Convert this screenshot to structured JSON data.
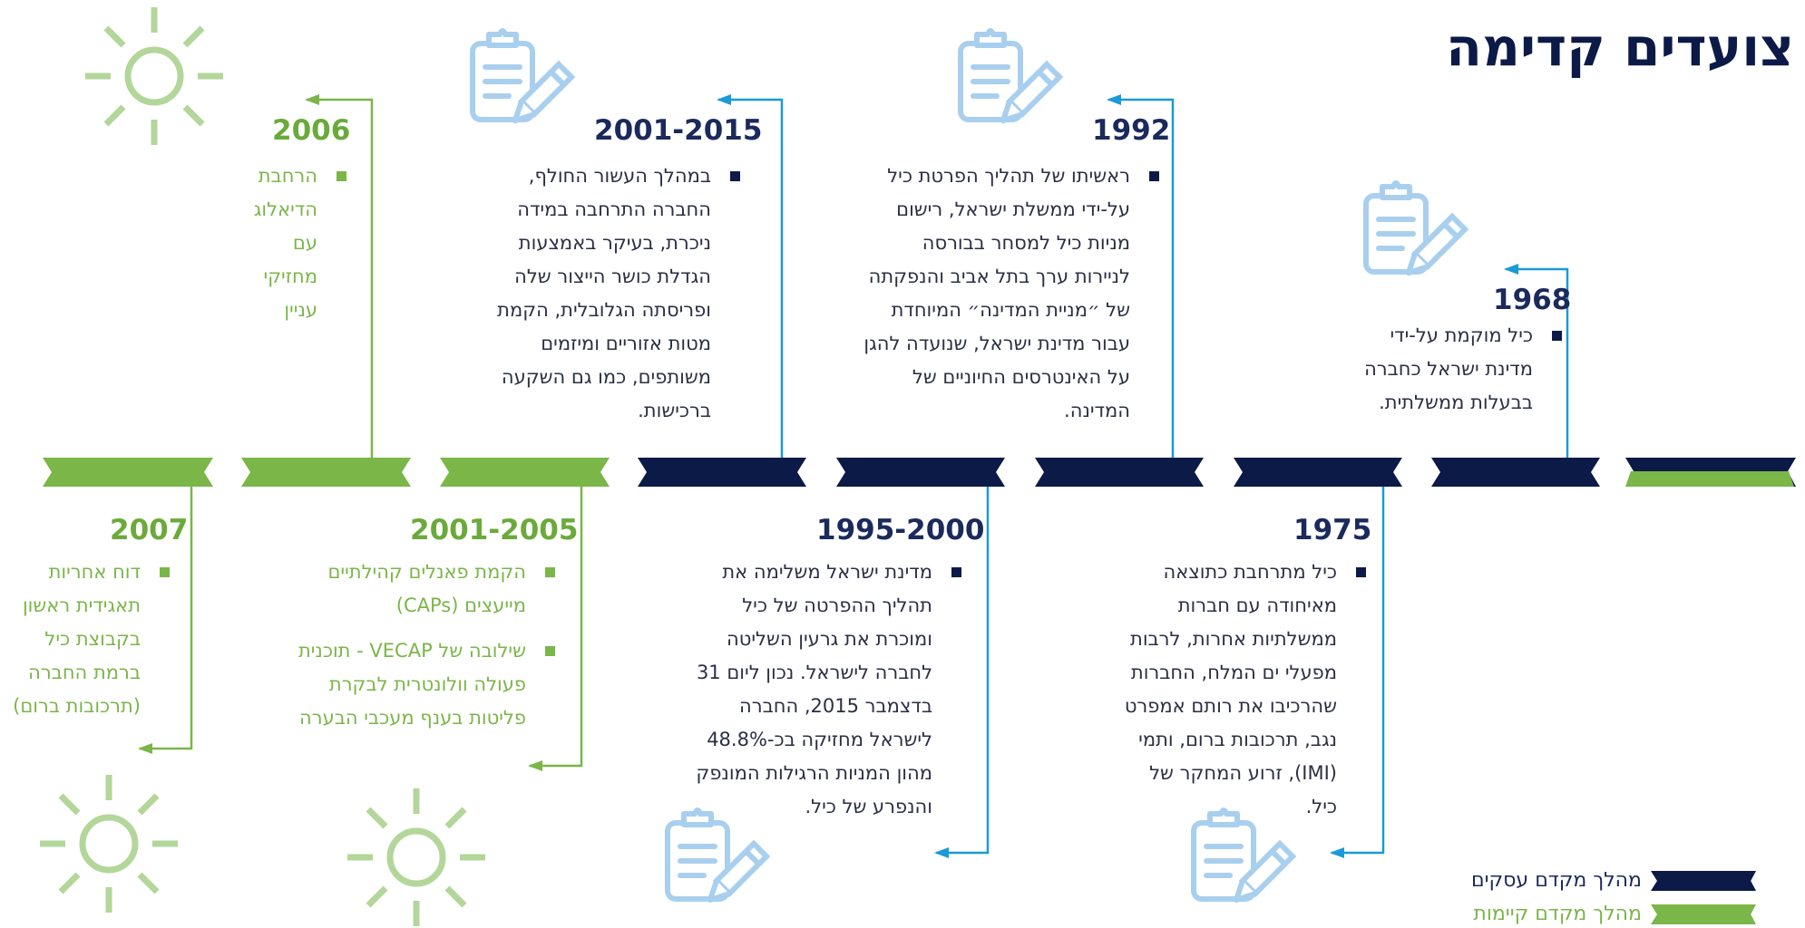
{
  "title": "צועדים קדימה",
  "colors": {
    "navy": "#0b1a47",
    "green": "#7ab648",
    "blue": "#1a9ad6",
    "icon_blue": "#a9cfee",
    "sun_green": "#b3d69a"
  },
  "timeline_segments": [
    "navy-green-start",
    "navy",
    "navy",
    "navy",
    "navy",
    "navy",
    "green",
    "green",
    "green"
  ],
  "events": {
    "e1968": {
      "year": "1968",
      "items": [
        "כיל מוקמת על-ידי מדינת ישראל כחברה בבעלות ממשלתית."
      ],
      "icon": "clipboard-pencil-icon"
    },
    "e1975": {
      "year": "1975",
      "items": [
        "כיל מתרחבת כתוצאה מאיחודה עם חברות ממשלתיות אחרות, לרבות מפעלי ים המלח, החברות שהרכיבו את רותם אמפרט נגב, תרכובות ברום, ותמי (IMI), זרוע המחקר של כיל."
      ],
      "icon": "clipboard-pencil-icon"
    },
    "e1992": {
      "year": "1992",
      "items": [
        "ראשיתו של תהליך הפרטת כיל על-ידי ממשלת ישראל, רישום מניות כיל למסחר בבורסה לניירות ערך בתל אביב והנפקתה של ״מניית המדינה״ המיוחדת עבור מדינת ישראל, שנועדה להגן על האינטרסים החיוניים של המדינה."
      ],
      "icon": "clipboard-pencil-icon"
    },
    "e1995": {
      "year": "1995-2000",
      "items": [
        "מדינת ישראל משלימה את תהליך ההפרטה של כיל ומוכרת את גרעין השליטה לחברה לישראל. נכון ליום 31 בדצמבר 2015, החברה לישראל מחזיקה בכ-48.8% מהון המניות הרגילות המונפק והנפרע של כיל."
      ],
      "icon": "clipboard-pencil-icon"
    },
    "e2001_2015": {
      "year": "2001-2015",
      "items": [
        "במהלך העשור החולף, החברה התרחבה במידה ניכרת, בעיקר באמצעות הגדלת כושר הייצור שלה ופריסתה הגלובלית, הקמת מטות אזוריים ומיזמים משותפים, כמו גם השקעה ברכישות."
      ],
      "icon": "clipboard-pencil-icon"
    },
    "e2001_2005": {
      "year": "2001-2005",
      "items": [
        "הקמת פאנלים קהילתיים מייעצים (CAPs)",
        "שילובה של VECAP - תוכנית פעולה וולונטרית לבקרת פליטות בענף מעכבי הבערה"
      ],
      "icon": "sun-icon"
    },
    "e2006": {
      "year": "2006",
      "items": [
        "הרחבת הדיאלוג עם מחזיקי עניין"
      ],
      "icon": "sun-icon"
    },
    "e2007": {
      "year": "2007",
      "items": [
        "דוח אחריות תאגידית ראשון בקבוצת כיל ברמת החברה (תרכובות ברום)"
      ],
      "icon": "sun-icon"
    }
  },
  "legend": {
    "business": "מהלך מקדם עסקים",
    "sustainability": "מהלך מקדם קיימות"
  }
}
